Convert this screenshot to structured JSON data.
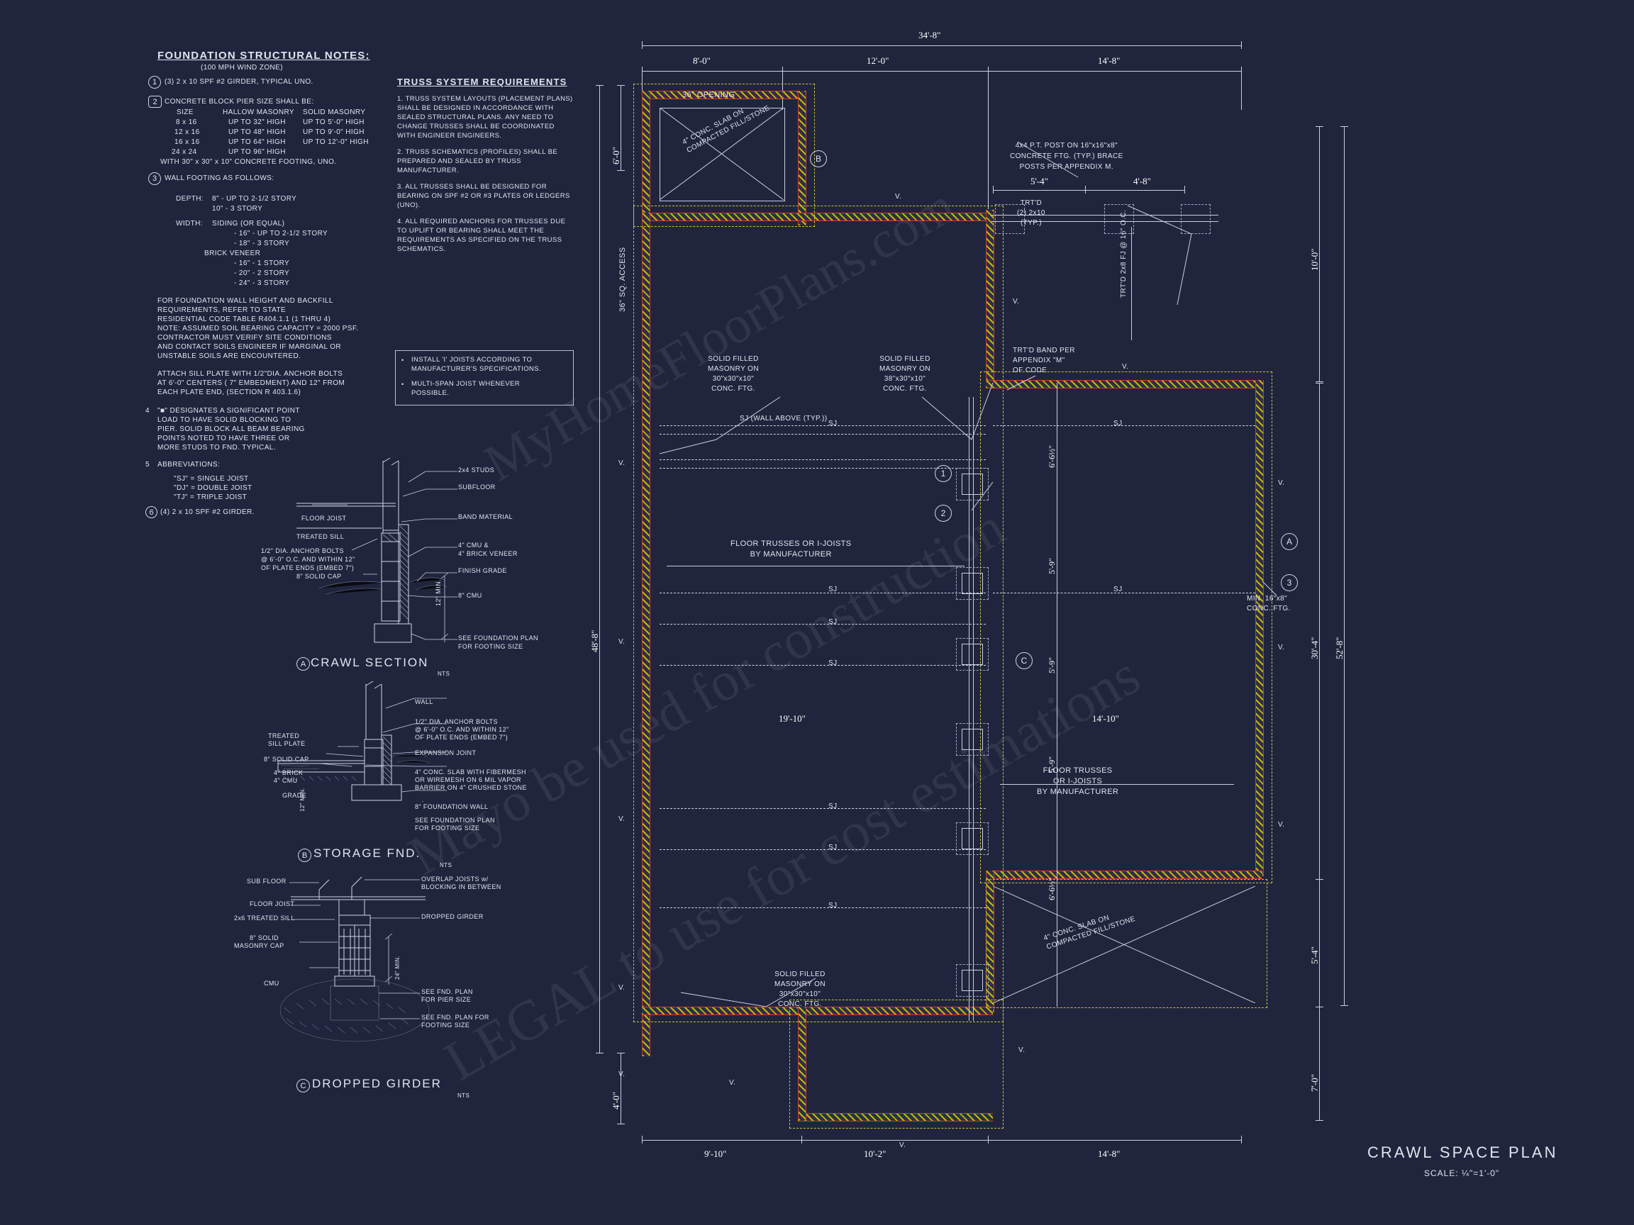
{
  "sheet": {
    "background_color": "#20253d",
    "line_color": "#dfe3ef",
    "footing_color": "#c9c23a",
    "wall_color": "#cf3b2a",
    "title": "CRAWL SPACE PLAN",
    "scale": "SCALE: ¼\"=1'-0\"",
    "watermark_lines": [
      "MyHomeFloorPlans.com",
      "Mayo be used for construction",
      "LEGAL to use for cost estimations"
    ]
  },
  "foundation_notes": {
    "title": "FOUNDATION STRUCTURAL NOTES:",
    "subtitle": "(100 MPH WIND ZONE)",
    "items": [
      {
        "num": "1",
        "text": "(3) 2 x 10 SPF #2 GIRDER, TYPICAL UNO."
      },
      {
        "num": "2",
        "text": "CONCRETE BLOCK PIER SIZE SHALL BE:"
      },
      {
        "num": "3",
        "text": "WALL FOOTING AS FOLLOWS:"
      },
      {
        "num": "4",
        "text": "\"■\" DESIGNATES A SIGNIFICANT POINT"
      },
      {
        "num": "5",
        "text": "ABBREVIATIONS:"
      },
      {
        "num": "6",
        "text": "(4) 2 x 10 SPF #2 GIRDER."
      }
    ],
    "pier_table": {
      "col1_header": "SIZE",
      "col2_header": "HALLOW MASONRY",
      "col3_header": "SOLID MASONRY",
      "rows": [
        {
          "size": "8 x 16",
          "hollow": "UP TO 32\" HIGH",
          "solid": "UP TO 5'-0\" HIGH"
        },
        {
          "size": "12 x 16",
          "hollow": "UP TO 48\" HIGH",
          "solid": "UP TO 9'-0\" HIGH"
        },
        {
          "size": "16 x 16",
          "hollow": "UP TO 64\" HIGH",
          "solid": "UP TO 12'-0\" HIGH"
        },
        {
          "size": "24 x 24",
          "hollow": "UP TO 96\" HIGH",
          "solid": ""
        }
      ],
      "footer": "WITH 30\" x 30\" x 10\" CONCRETE FOOTING, UNO."
    },
    "wall_footing": {
      "depth_label": "DEPTH:",
      "depth_lines": [
        "8\" - UP TO 2-1/2 STORY",
        "10\" - 3 STORY"
      ],
      "width_label": "WIDTH:",
      "width_group1_title": "SIDING (OR EQUAL)",
      "width_group1": [
        "- 16\" - UP TO 2-1/2 STORY",
        "- 18\" - 3 STORY"
      ],
      "width_group2_title": "BRICK VENEER",
      "width_group2": [
        "- 16\" - 1 STORY",
        "- 20\" - 2 STORY",
        "- 24\" - 3 STORY"
      ]
    },
    "backfill_paragraph": [
      "FOR FOUNDATION WALL HEIGHT AND BACKFILL",
      "REQUIREMENTS, REFER TO STATE",
      "RESIDENTIAL CODE TABLE R404.1.1 (1 THRU 4)",
      "NOTE: ASSUMED SOIL BEARING CAPACITY = 2000 PSF.",
      "CONTRACTOR MUST VERIFY SITE CONDITIONS",
      "AND CONTACT SOILS ENGINEER IF MARGINAL OR",
      "UNSTABLE SOILS ARE ENCOUNTERED."
    ],
    "anchor_paragraph": [
      "ATTACH SILL PLATE WITH 1/2\"DIA. ANCHOR BOLTS",
      "AT 6'-0\" CENTERS ( 7\" EMBEDMENT) AND 12\" FROM",
      "EACH PLATE END, (SECTION R 403.1.6)"
    ],
    "note4_lines": [
      "LOAD TO HAVE SOLID BLOCKING TO",
      "PIER. SOLID BLOCK ALL BEAM BEARING",
      "POINTS NOTED TO HAVE THREE OR",
      "MORE STUDS TO FND. TYPICAL."
    ],
    "abbreviations": [
      "\"SJ\" = SINGLE JOIST",
      "\"DJ\" = DOUBLE JOIST",
      "\"TJ\" = TRIPLE JOIST"
    ]
  },
  "truss_notes": {
    "title": "TRUSS SYSTEM REQUIREMENTS",
    "items": [
      [
        "1. TRUSS SYSTEM LAYOUTS (PLACEMENT PLANS)",
        "SHALL BE DESIGNED IN ACCORDANCE WITH",
        "SEALED STRUCTURAL PLANS. ANY NEED TO",
        "CHANGE TRUSSES SHALL BE COORDINATED",
        "WITH ENGINEER ENGINEERS."
      ],
      [
        "2. TRUSS SCHEMATICS (PROFILES) SHALL BE",
        "PREPARED AND SEALED BY TRUSS",
        "MANUFACTURER."
      ],
      [
        "3. ALL TRUSSES SHALL BE DESIGNED FOR",
        "BEARING ON SPF #2 OR #3 PLATES OR LEDGERS",
        "(UNO)."
      ],
      [
        "4. ALL REQUIRED ANCHORS FOR TRUSSES DUE",
        "TO UPLIFT OR BEARING SHALL MEET THE",
        "REQUIREMENTS AS SPECIFIED ON THE TRUSS",
        "SCHEMATICS."
      ]
    ]
  },
  "joist_box": {
    "bullets": [
      [
        "INSTALL 'I' JOISTS ACCORDING TO",
        "MANUFACTURER'S SPECIFICATIONS."
      ],
      [
        "MULTI-SPAN JOIST WHENEVER",
        "POSSIBLE."
      ]
    ]
  },
  "detail_a": {
    "tag": "A",
    "title": "CRAWL SECTION",
    "scale": "NTS",
    "labels_right": [
      "2x4 STUDS",
      "SUBFLOOR",
      "BAND MATERIAL",
      "4\" CMU &",
      "4\" BRICK VENEER",
      "FINISH GRADE",
      "8\" CMU",
      "SEE FOUNDATION PLAN",
      "FOR FOOTING SIZE"
    ],
    "labels_left": [
      "FLOOR JOIST",
      "TREATED SILL",
      "1/2\" DIA. ANCHOR BOLTS",
      "@ 6'-0\" O.C. AND WITHIN 12\"",
      "OF PLATE ENDS (EMBED 7\")",
      "8\" SOLID CAP"
    ],
    "vert_dim": "12\" MIN."
  },
  "detail_b": {
    "tag": "B",
    "title": "STORAGE FND.",
    "scale": "NTS",
    "labels_right": [
      "WALL",
      "1/2\" DIA. ANCHOR BOLTS",
      "@ 6'-0\" O.C. AND WITHIN 12\"",
      "OF PLATE ENDS (EMBED 7\")",
      "EXPANSION JOINT",
      "4\" CONC. SLAB WITH FIBERMESH",
      "OR WIREMESH ON 6 MIL VAPOR",
      "BARRIER ON 4\" CRUSHED STONE",
      "8\" FOUNDATION WALL",
      "SEE FOUNDATION PLAN",
      "FOR FOOTING SIZE"
    ],
    "labels_left": [
      "TREATED",
      "SILL PLATE",
      "8\" SOLID CAP",
      "4\" BRICK",
      "4\" CMU",
      "GRADE"
    ],
    "vert_dim": "12\" MIN."
  },
  "detail_c": {
    "tag": "C",
    "title": "DROPPED GIRDER",
    "scale": "NTS",
    "labels_left": [
      "SUB FLOOR",
      "FLOOR JOIST",
      "2x6 TREATED SILL",
      "8\" SOLID",
      "MASONRY CAP",
      "CMU"
    ],
    "labels_right": [
      "OVERLAP JOISTS w/",
      "BLOCKING IN BETWEEN",
      "DROPPED GIRDER",
      "SEE FND. PLAN",
      "FOR PIER SIZE",
      "SEE FND. PLAN FOR",
      "FOOTING SIZE"
    ],
    "vert_dim": "24\" MIN."
  },
  "plan": {
    "dims_top": {
      "overall": "34'-8\"",
      "segments": [
        "8'-0\"",
        "12'-0\"",
        "14'-8\""
      ]
    },
    "dims_bottom": {
      "segments": [
        "9'-10\"",
        "10'-2\"",
        "14'-8\""
      ]
    },
    "dims_left": {
      "top": "6'-0\"",
      "access": "36\" SQ. ACCESS",
      "mid": "48'-8\"",
      "bottom": "4'-0\""
    },
    "dims_right": {
      "top": "10'-0\"",
      "a": "6'-6½\"",
      "b": "5'-9\"",
      "c": "5'-9\"",
      "d": "5'-9\"",
      "e": "6'-6½\"",
      "mid_total": "30'-4\"",
      "overall": "52'-8\"",
      "lower1": "5'-4\"",
      "lower2": "7'-0\""
    },
    "dims_inner": {
      "post_left": "5'-4\"",
      "post_right": "4'-8\"",
      "span_left": "19'-10\"",
      "span_right": "14'-10\""
    },
    "callouts": [
      {
        "id": "opening",
        "text": "36\" OPENING"
      },
      {
        "id": "slab_top",
        "text": "4\" CONC. SLAB ON\nCOMPACTED FILL/STONE"
      },
      {
        "id": "post",
        "text": "4x4 P.T. POST ON 16\"x16\"x8\"\nCONCRETE FTG. (TYP.) BRACE\nPOSTS PER APPENDIX M."
      },
      {
        "id": "trtd",
        "text": "TRT'D\n(2) 2x10\n(TYP.)"
      },
      {
        "id": "fj",
        "text": "TRT'D 2x8 FJ\n@ 16\" O.C."
      },
      {
        "id": "band",
        "text": "TRT'D BAND PER\nAPPENDIX \"M\"\nOF CODE"
      },
      {
        "id": "masonry1",
        "text": "SOLID FILLED\nMASONRY ON\n30\"x30\"x10\"\nCONC. FTG."
      },
      {
        "id": "masonry2",
        "text": "SOLID FILLED\nMASONRY ON\n38\"x30\"x10\"\nCONC. FTG."
      },
      {
        "id": "masonry3",
        "text": "SOLID FILLED\nMASONRY ON\n30\"x30\"x10\"\nCONC. FTG."
      },
      {
        "id": "trusses1",
        "text": "FLOOR TRUSSES OR I-JOISTS\nBY MANUFACTURER"
      },
      {
        "id": "trusses2",
        "text": "FLOOR TRUSSES\nOR I-JOISTS\nBY MANUFACTURER"
      },
      {
        "id": "slab_bot",
        "text": "4\" CONC. SLAB ON\nCOMPACTED FILL/STONE"
      },
      {
        "id": "wallabove",
        "text": "SJ (WALL ABOVE (TYP.))"
      },
      {
        "id": "minftg",
        "text": "MIN. 16\"x8\"\nCONC. FTG."
      }
    ],
    "joist_tags": [
      "SJ",
      "SJ",
      "SJ",
      "SJ",
      "SJ",
      "SJ",
      "SJ",
      "SJ",
      "SJ"
    ],
    "ref_bubbles": [
      "A",
      "B",
      "C",
      "1",
      "2",
      "3"
    ],
    "v_marks": "V."
  }
}
